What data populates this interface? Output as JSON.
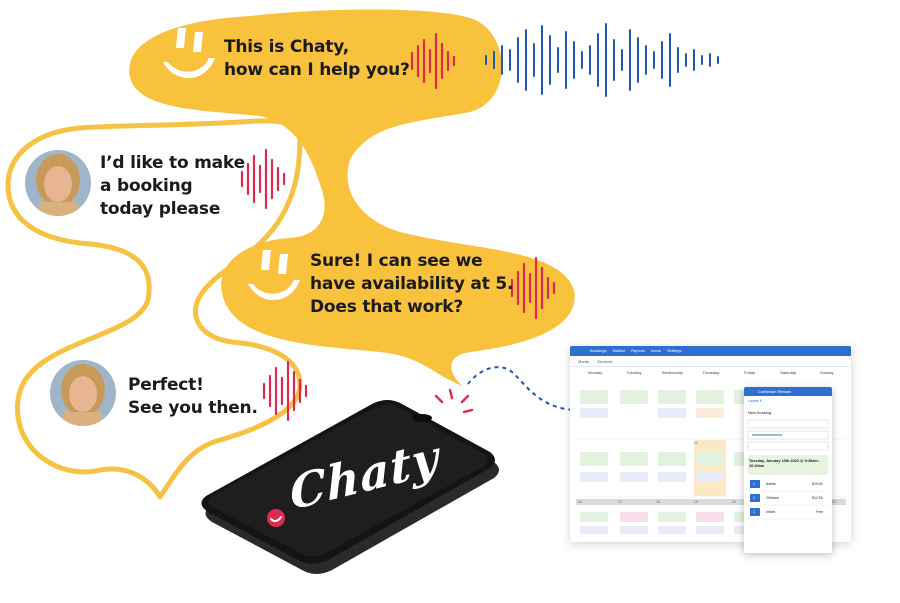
{
  "bubbles": {
    "chaty_greeting": {
      "lines": [
        "This is Chaty,",
        "how can I help you?"
      ]
    },
    "customer_request": {
      "lines": [
        "I’d like to make",
        "a booking",
        "today please"
      ]
    },
    "chaty_reply": {
      "lines": [
        "Sure! I can see we",
        "have availability at 5.",
        "Does that work?"
      ]
    },
    "customer_confirm": {
      "lines": [
        "Perfect!",
        "See you then."
      ]
    }
  },
  "phone": {
    "brand": "Chaty"
  },
  "app": {
    "nav": [
      "Bookings",
      "Waitlist",
      "Reports",
      "Items",
      "Settings"
    ],
    "toolbar": [
      "Month",
      "Services"
    ],
    "days": [
      "Monday",
      "Tuesday",
      "Wednesday",
      "Thursday",
      "Friday",
      "Saturday",
      "Sunday"
    ],
    "day_numbers": [
      "12",
      "16",
      "17",
      "18",
      "19",
      "20",
      "21",
      "22"
    ],
    "booking_panel": {
      "header": "Caribbean Rentals",
      "user": "Lauren K",
      "title": "New booking",
      "selected_date": "Tuesday, January 10th 2023 @ 9:30am - 10:40am",
      "items": [
        {
          "qty": "1",
          "label": "Adults",
          "price": "$19.50"
        },
        {
          "qty": "2",
          "label": "Children",
          "price": "$12.50"
        },
        {
          "qty": "1",
          "label": "Infant",
          "price": "Free"
        }
      ]
    }
  },
  "colors": {
    "bubble": "#F9C23C",
    "outline": "#F5C243",
    "wave_red": "#E0294E",
    "wave_blue": "#2456B8",
    "accent": "#2e6fd0"
  }
}
